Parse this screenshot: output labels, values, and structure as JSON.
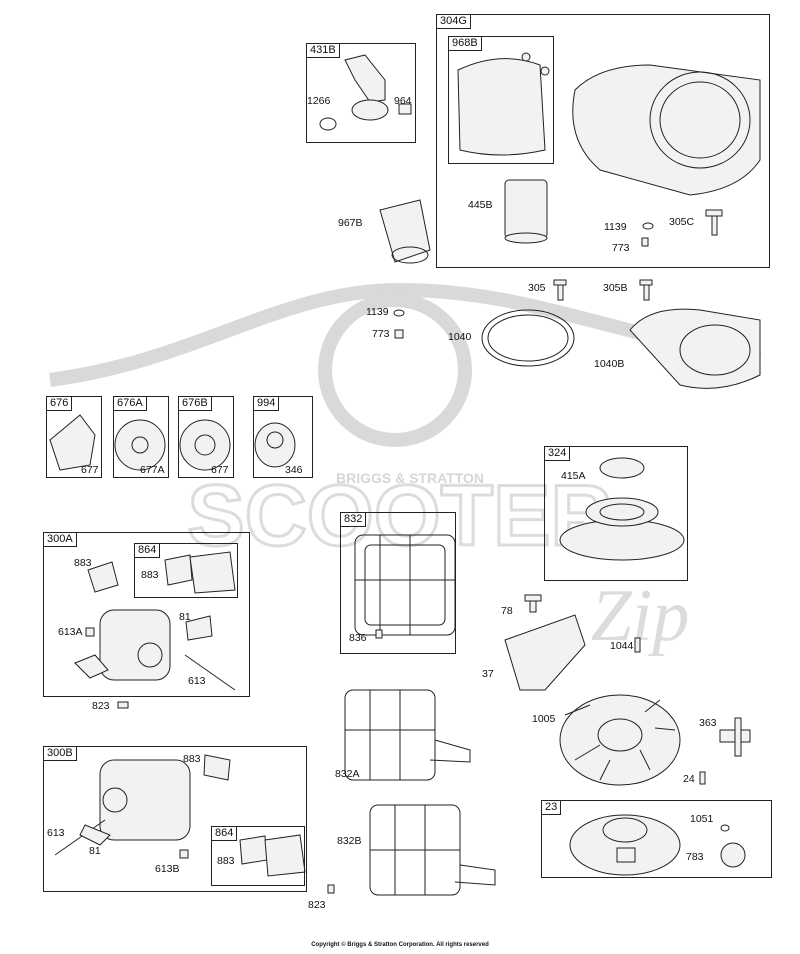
{
  "watermark": {
    "brand": "SCOOTER",
    "sub": "BRIGGS & STRATTON",
    "script": "Zip"
  },
  "footer": {
    "copyright": "Copyright © Briggs & Stratton Corporation. All rights reserved"
  },
  "groups": {
    "g431B": "431B",
    "g304G": "304G",
    "g968B": "968B",
    "g676": "676",
    "g676A": "676A",
    "g676B": "676B",
    "g994": "994",
    "g324": "324",
    "g300A": "300A",
    "g864a": "864",
    "g832": "832",
    "g300B": "300B",
    "g864b": "864",
    "g23": "23"
  },
  "parts": {
    "p1266": "1266",
    "p964": "964",
    "p967B": "967B",
    "p445B": "445B",
    "p1139a": "1139",
    "p305C": "305C",
    "p773a": "773",
    "p305": "305",
    "p305B": "305B",
    "p1139b": "1139",
    "p773b": "773",
    "p1040": "1040",
    "p1040B": "1040B",
    "p677a": "677",
    "p677A": "677A",
    "p677b": "677",
    "p346": "346",
    "p415A": "415A",
    "p883a": "883",
    "p883b": "883",
    "p613A": "613A",
    "p81a": "81",
    "p613a": "613",
    "p823a": "823",
    "p836": "836",
    "p78": "78",
    "p1044": "1044",
    "p37": "37",
    "p832A": "832A",
    "p1005": "1005",
    "p363": "363",
    "p24": "24",
    "p883c": "883",
    "p613b": "613",
    "p81b": "81",
    "p613B": "613B",
    "p883d": "883",
    "p832B": "832B",
    "p823b": "823",
    "p1051": "1051",
    "p783": "783"
  }
}
